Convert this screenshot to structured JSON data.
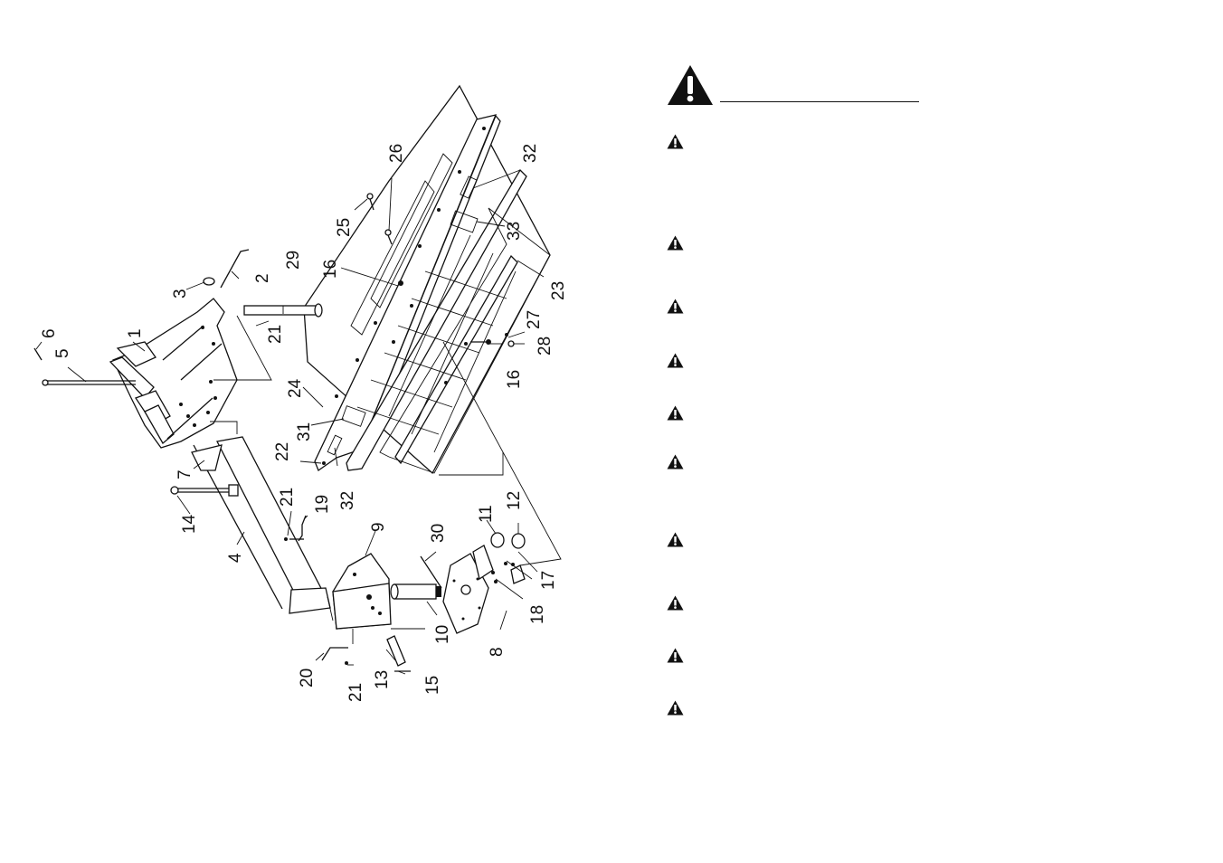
{
  "page": {
    "safety_header_text": ""
  },
  "warning_items": [
    {
      "id": "w1",
      "icon": "warning-triangle-icon"
    },
    {
      "id": "w2",
      "icon": "warning-triangle-icon"
    },
    {
      "id": "w3",
      "icon": "warning-triangle-icon"
    },
    {
      "id": "w4",
      "icon": "warning-triangle-icon"
    },
    {
      "id": "w5",
      "icon": "warning-triangle-icon"
    },
    {
      "id": "w6",
      "icon": "warning-triangle-icon"
    },
    {
      "id": "w7",
      "icon": "warning-triangle-icon"
    },
    {
      "id": "w8",
      "icon": "warning-triangle-icon"
    },
    {
      "id": "w9",
      "icon": "warning-triangle-icon"
    },
    {
      "id": "w10",
      "icon": "warning-triangle-icon"
    }
  ],
  "callouts": {
    "c1": "1",
    "c2": "2",
    "c3": "3",
    "c4": "4",
    "c5": "5",
    "c6": "6",
    "c7": "7",
    "c8": "8",
    "c9": "9",
    "c10": "10",
    "c11": "11",
    "c12": "12",
    "c13": "13",
    "c14": "14",
    "c15": "15",
    "c16a": "16",
    "c16b": "16",
    "c17": "17",
    "c18": "18",
    "c19": "19",
    "c20": "20",
    "c21a": "21",
    "c21b": "21",
    "c21c": "21",
    "c22": "22",
    "c23": "23",
    "c24": "24",
    "c25": "25",
    "c26": "26",
    "c27": "27",
    "c28": "28",
    "c29": "29",
    "c30": "30",
    "c31": "31",
    "c32a": "32",
    "c32b": "32",
    "c33": "33"
  },
  "colors": {
    "ink": "#111111",
    "paper": "#ffffff"
  }
}
